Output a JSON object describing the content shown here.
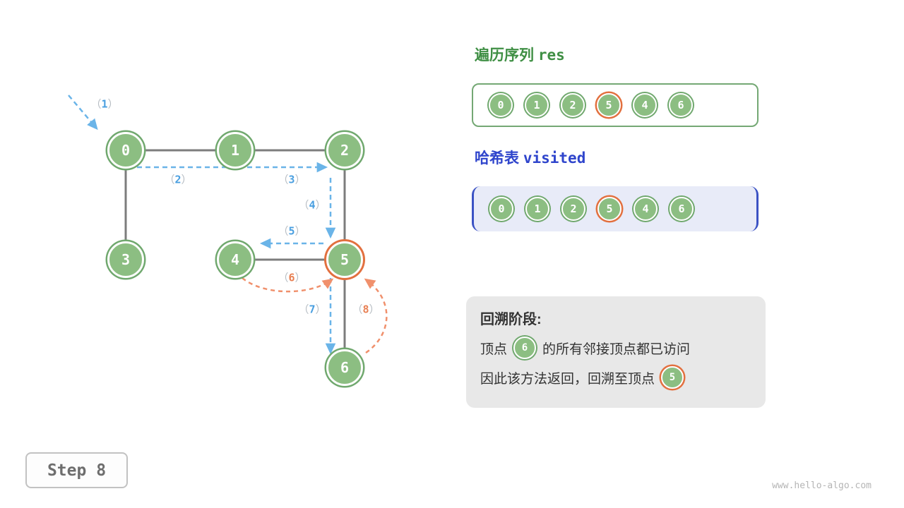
{
  "graph": {
    "nodes": [
      {
        "label": "0"
      },
      {
        "label": "1"
      },
      {
        "label": "2"
      },
      {
        "label": "3"
      },
      {
        "label": "4"
      },
      {
        "label": "5"
      },
      {
        "label": "6"
      }
    ],
    "highlighted_node": "5",
    "step_labels": [
      {
        "open": "（",
        "num": "1",
        "close": "）",
        "color": "blue"
      },
      {
        "open": "（",
        "num": "2",
        "close": "）",
        "color": "blue"
      },
      {
        "open": "（",
        "num": "3",
        "close": "）",
        "color": "blue"
      },
      {
        "open": "（",
        "num": "4",
        "close": "）",
        "color": "blue"
      },
      {
        "open": "（",
        "num": "5",
        "close": "）",
        "color": "blue"
      },
      {
        "open": "（",
        "num": "6",
        "close": "）",
        "color": "orange"
      },
      {
        "open": "（",
        "num": "7",
        "close": "）",
        "color": "blue"
      },
      {
        "open": "（",
        "num": "8",
        "close": "）",
        "color": "orange"
      }
    ]
  },
  "res_panel": {
    "title_zh": "遍历序列",
    "title_en": "res",
    "values": [
      "0",
      "1",
      "2",
      "5",
      "4",
      "6"
    ]
  },
  "visited_panel": {
    "title_zh": "哈希表",
    "title_en": "visited",
    "values": [
      "0",
      "1",
      "2",
      "5",
      "4",
      "6"
    ]
  },
  "explanation": {
    "title": "回溯阶段:",
    "line1_pre": "顶点",
    "line1_node": "6",
    "line1_post": "的所有邻接顶点都已访问",
    "line2_pre": "因此该方法返回，回溯至顶点",
    "line2_node": "5"
  },
  "step_badge": "Step 8",
  "watermark": "www.hello-algo.com",
  "colors": {
    "node_green": "#8cbe82",
    "node_ring_green": "#70a86e",
    "highlight_orange": "#e2703f",
    "arrow_blue": "#6ab4e8",
    "arrow_orange": "#f0906c",
    "edge_gray": "#7d7d7d",
    "title_green": "#3f8f44",
    "title_blue": "#2f45cc"
  }
}
